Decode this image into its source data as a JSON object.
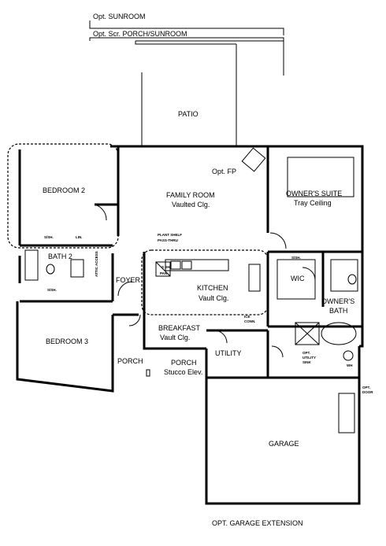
{
  "labels": {
    "opt_sunroom": "Opt. SUNROOM",
    "opt_scr_porch": "Opt. Scr. PORCH/SUNROOM",
    "patio": "PATIO",
    "opt_fp": "Opt. FP",
    "bedroom2": "BEDROOM 2",
    "family_room": "FAMILY ROOM",
    "family_room_sub": "Vaulted Clg.",
    "owners_suite": "OWNER'S SUITE",
    "owners_suite_sub": "Tray Ceiling",
    "bath2": "BATH 2",
    "foyer": "FOYER",
    "kitchen": "KITCHEN",
    "kitchen_sub": "Vault Clg.",
    "wic": "WIC",
    "owners_bath_1": "OWNER'S",
    "owners_bath_2": "BATH",
    "bedroom3": "BEDROOM 3",
    "breakfast": "BREAKFAST",
    "breakfast_sub": "Vault Clg.",
    "utility": "UTILITY",
    "porch_left": "PORCH",
    "porch": "PORCH",
    "porch_sub": "Stucco Elev.",
    "garage": "GARAGE",
    "opt_garage_ext": "OPT. GARAGE EXTENSION"
  },
  "small_notes": {
    "plant_shelf_1": "PLANT SHELF",
    "plant_shelf_2": "PASS-THRU",
    "sh_1": "S/SH.",
    "sh_2": "S/SH.",
    "sh_3": "S/SH.",
    "lin": "LIN.",
    "pan": "PAN",
    "sh_kitchen": "S SH.",
    "ice": "ICE",
    "conn": "CONN.",
    "opt_utility_sink_1": "OPT.",
    "opt_utility_sink_2": "UTILITY",
    "opt_utility_sink_3": "SINK",
    "opt_door_1": "OPT.",
    "opt_door_2": "DOOR",
    "attic_access": "ATTIC ACCESS",
    "wh": "WH"
  }
}
